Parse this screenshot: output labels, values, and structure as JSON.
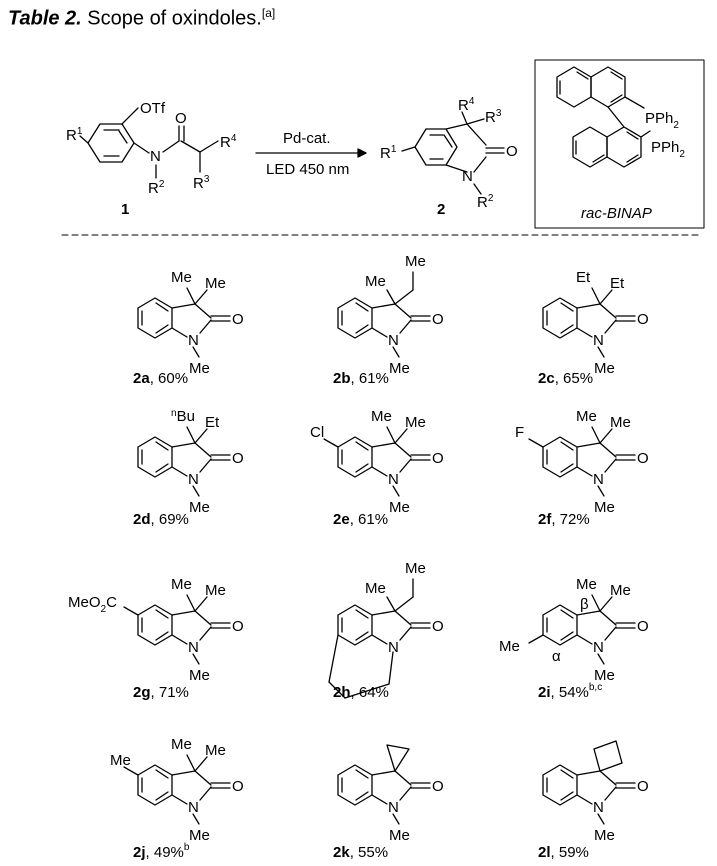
{
  "header": {
    "table_label": "Table 2.",
    "table_title": "Scope of oxindoles.",
    "footnote_mark": "[a]"
  },
  "scheme": {
    "reagent_top": "Pd-cat.",
    "reagent_bottom": "LED 450 nm",
    "sm_label": "1",
    "product_label": "2",
    "catalyst_ligand": "rac-BINAP",
    "atoms": {
      "otf": "OTf",
      "o": "O",
      "n": "N",
      "r1": "R",
      "r1_sup": "1",
      "r2": "R",
      "r2_sup": "2",
      "r3": "R",
      "r3_sup": "3",
      "r4": "R",
      "r4_sup": "4",
      "pph2": "PPh",
      "pph2_sub": "2"
    }
  },
  "compounds": [
    {
      "id": "2a",
      "yield": "60%",
      "note": "",
      "r_top_left": "Me",
      "r_top_right": "Me",
      "sub_left": ""
    },
    {
      "id": "2b",
      "yield": "61%",
      "note": "",
      "r_top_left": "Me",
      "r_top_right": "Me",
      "sub_left": ""
    },
    {
      "id": "2c",
      "yield": "65%",
      "note": "",
      "r_top_left": "Et",
      "r_top_right": "Et",
      "sub_left": ""
    },
    {
      "id": "2d",
      "yield": "69%",
      "note": "",
      "r_top_left": "Bu",
      "r_top_left_prefix": "n",
      "r_top_right": "Et",
      "sub_left": ""
    },
    {
      "id": "2e",
      "yield": "61%",
      "note": "",
      "r_top_left": "Me",
      "r_top_right": "Me",
      "sub_left": "Cl"
    },
    {
      "id": "2f",
      "yield": "72%",
      "note": "",
      "r_top_left": "Me",
      "r_top_right": "Me",
      "sub_left": "F"
    },
    {
      "id": "2g",
      "yield": "71%",
      "note": "",
      "r_top_left": "Me",
      "r_top_right": "Me",
      "sub_left": "MeO",
      "sub_left_sub": "2",
      "sub_left_tail": "C"
    },
    {
      "id": "2h",
      "yield": "64%",
      "note": "",
      "r_top_left": "Me",
      "r_top_right": "Me",
      "sub_left": ""
    },
    {
      "id": "2i",
      "yield": "54%",
      "note": "b,c",
      "r_top_left": "Me",
      "r_top_right": "Me",
      "sub_left": "Me",
      "alpha": "α",
      "beta": "β"
    },
    {
      "id": "2j",
      "yield": "49%",
      "note": "b",
      "r_top_left": "Me",
      "r_top_right": "Me",
      "sub_left": "Me"
    },
    {
      "id": "2k",
      "yield": "55%",
      "note": "",
      "r_top_left": "",
      "r_top_right": "",
      "sub_left": ""
    },
    {
      "id": "2l",
      "yield": "59%",
      "note": "",
      "r_top_left": "",
      "r_top_right": "",
      "sub_left": ""
    }
  ],
  "common": {
    "o": "O",
    "n": "N",
    "n_me": "Me"
  }
}
